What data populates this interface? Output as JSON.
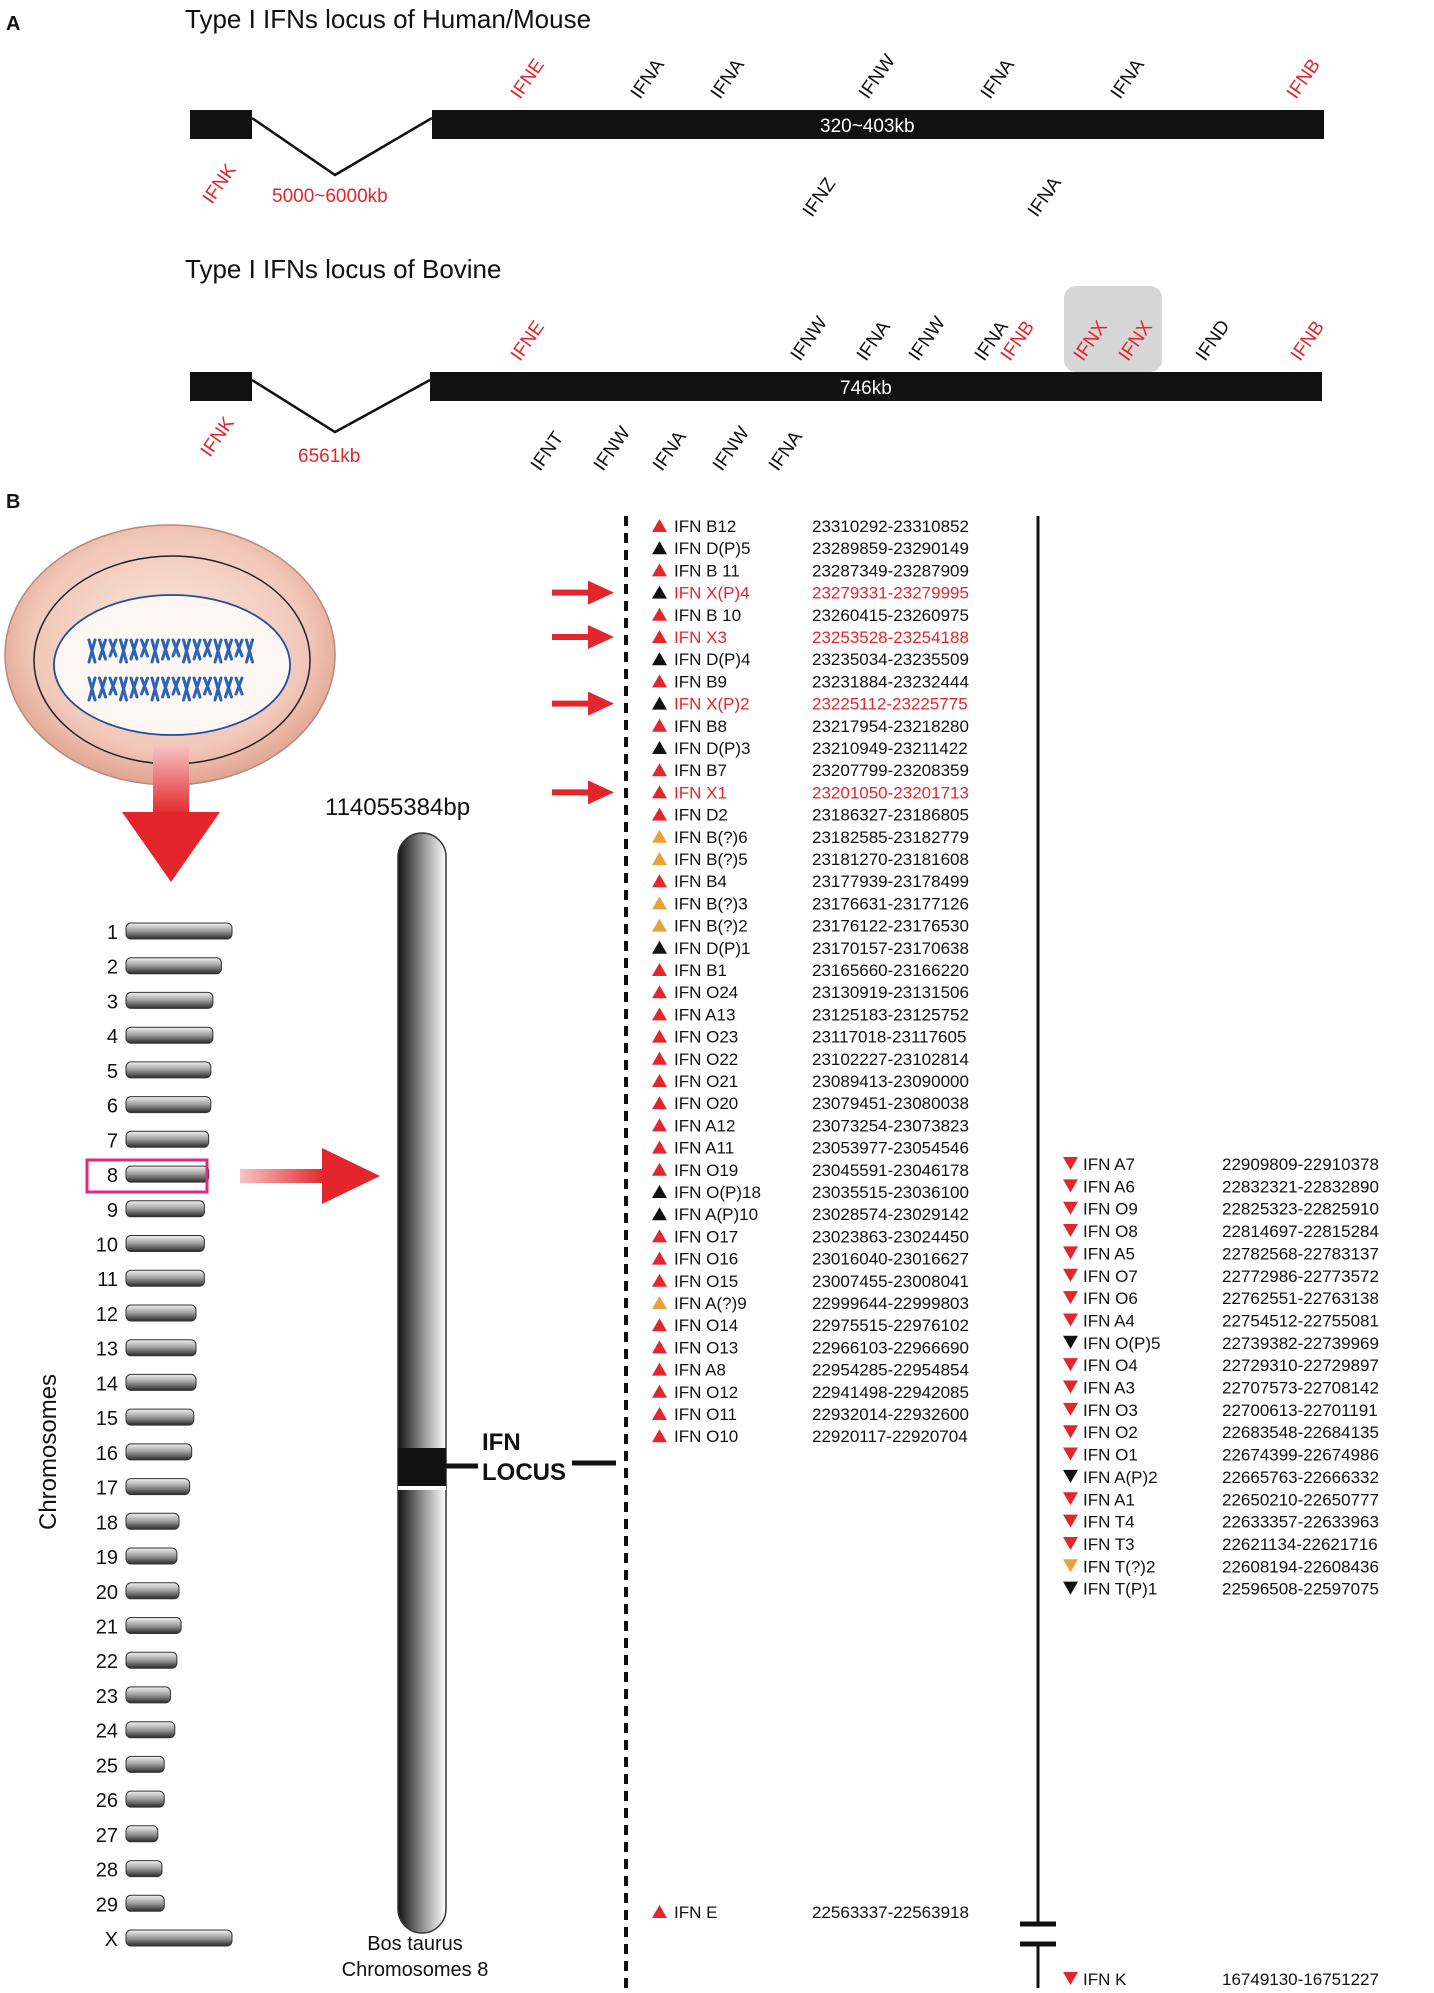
{
  "colors": {
    "red": "#e3262b",
    "black": "#111111",
    "orange": "#e8a23a",
    "magenta": "#e0297a",
    "highlight": "#d6d6d6"
  },
  "panelA": {
    "label": "A",
    "human": {
      "title": "Type I IFNs locus of Human/Mouse",
      "distance": "5000~6000kb",
      "bar_label": "320~403kb",
      "left_gene": "IFNK",
      "above": [
        {
          "label": "IFNE",
          "color": "red"
        },
        {
          "label": "IFNA",
          "color": "black"
        },
        {
          "label": "IFNA",
          "color": "black"
        },
        {
          "label": "IFNW",
          "color": "black"
        },
        {
          "label": "IFNA",
          "color": "black"
        },
        {
          "label": "IFNA",
          "color": "black"
        },
        {
          "label": "IFNB",
          "color": "red"
        }
      ],
      "below": [
        {
          "label": "IFNZ",
          "color": "black"
        },
        {
          "label": "IFNA",
          "color": "black"
        }
      ]
    },
    "bovine": {
      "title": "Type I IFNs locus of Bovine",
      "distance": "6561kb",
      "bar_label": "746kb",
      "left_gene": "IFNK",
      "above": [
        {
          "label": "IFNE",
          "color": "red"
        },
        {
          "label": "IFNW",
          "color": "black"
        },
        {
          "label": "IFNA",
          "color": "black"
        },
        {
          "label": "IFNW",
          "color": "black"
        },
        {
          "label": "IFNA",
          "color": "black"
        },
        {
          "label": "IFNB",
          "color": "red"
        },
        {
          "label": "IFNX",
          "color": "red"
        },
        {
          "label": "IFNX",
          "color": "red"
        },
        {
          "label": "IFND",
          "color": "black"
        },
        {
          "label": "IFNB",
          "color": "red"
        }
      ],
      "below": [
        {
          "label": "IFNT",
          "color": "black"
        },
        {
          "label": "IFNW",
          "color": "black"
        },
        {
          "label": "IFNA",
          "color": "black"
        },
        {
          "label": "IFNW",
          "color": "black"
        },
        {
          "label": "IFNA",
          "color": "black"
        }
      ]
    }
  },
  "panelB": {
    "label": "B",
    "chromosome_axis_label": "Chromosomes",
    "chromosomes": [
      {
        "label": "1",
        "rel_length": 1.0
      },
      {
        "label": "2",
        "rel_length": 0.9
      },
      {
        "label": "3",
        "rel_length": 0.82
      },
      {
        "label": "4",
        "rel_length": 0.82
      },
      {
        "label": "5",
        "rel_length": 0.8
      },
      {
        "label": "6",
        "rel_length": 0.8
      },
      {
        "label": "7",
        "rel_length": 0.78
      },
      {
        "label": "8",
        "rel_length": 0.78
      },
      {
        "label": "9",
        "rel_length": 0.74
      },
      {
        "label": "10",
        "rel_length": 0.74
      },
      {
        "label": "11",
        "rel_length": 0.74
      },
      {
        "label": "12",
        "rel_length": 0.66
      },
      {
        "label": "13",
        "rel_length": 0.66
      },
      {
        "label": "14",
        "rel_length": 0.66
      },
      {
        "label": "15",
        "rel_length": 0.64
      },
      {
        "label": "16",
        "rel_length": 0.62
      },
      {
        "label": "17",
        "rel_length": 0.6
      },
      {
        "label": "18",
        "rel_length": 0.5
      },
      {
        "label": "19",
        "rel_length": 0.48
      },
      {
        "label": "20",
        "rel_length": 0.5
      },
      {
        "label": "21",
        "rel_length": 0.52
      },
      {
        "label": "22",
        "rel_length": 0.48
      },
      {
        "label": "23",
        "rel_length": 0.42
      },
      {
        "label": "24",
        "rel_length": 0.46
      },
      {
        "label": "25",
        "rel_length": 0.36
      },
      {
        "label": "26",
        "rel_length": 0.36
      },
      {
        "label": "27",
        "rel_length": 0.3
      },
      {
        "label": "28",
        "rel_length": 0.34
      },
      {
        "label": "29",
        "rel_length": 0.36
      },
      {
        "label": "X",
        "rel_length": 1.0
      }
    ],
    "highlighted_chromosome": "8",
    "chr8_length": "114055384bp",
    "chr8_caption_line1": "Bos taurus",
    "chr8_caption_line2": "Chromosomes 8",
    "locus_line1": "IFN",
    "locus_line2": "LOCUS",
    "forward_genes": [
      {
        "name": "IFN B12",
        "range": "23310292-23310852",
        "tri": "red",
        "highlight": false
      },
      {
        "name": "IFN D(P)5",
        "range": "23289859-23290149",
        "tri": "black",
        "highlight": false
      },
      {
        "name": "IFN B 11",
        "range": "23287349-23287909",
        "tri": "red",
        "highlight": false
      },
      {
        "name": "IFN X(P)4",
        "range": "23279331-23279995",
        "tri": "black",
        "highlight": true
      },
      {
        "name": "IFN B 10",
        "range": "23260415-23260975",
        "tri": "red",
        "highlight": false
      },
      {
        "name": "IFN X3",
        "range": "23253528-23254188",
        "tri": "red",
        "highlight": true
      },
      {
        "name": "IFN D(P)4",
        "range": "23235034-23235509",
        "tri": "black",
        "highlight": false
      },
      {
        "name": "IFN B9",
        "range": "23231884-23232444",
        "tri": "red",
        "highlight": false
      },
      {
        "name": "IFN X(P)2",
        "range": "23225112-23225775",
        "tri": "black",
        "highlight": true
      },
      {
        "name": "IFN B8",
        "range": "23217954-23218280",
        "tri": "red",
        "highlight": false
      },
      {
        "name": "IFN D(P)3",
        "range": "23210949-23211422",
        "tri": "black",
        "highlight": false
      },
      {
        "name": "IFN B7",
        "range": "23207799-23208359",
        "tri": "red",
        "highlight": false
      },
      {
        "name": "IFN X1",
        "range": "23201050-23201713",
        "tri": "red",
        "highlight": true
      },
      {
        "name": "IFN D2",
        "range": "23186327-23186805",
        "tri": "red",
        "highlight": false
      },
      {
        "name": "IFN B(?)6",
        "range": "23182585-23182779",
        "tri": "orange",
        "highlight": false
      },
      {
        "name": "IFN B(?)5",
        "range": "23181270-23181608",
        "tri": "orange",
        "highlight": false
      },
      {
        "name": "IFN B4",
        "range": "23177939-23178499",
        "tri": "red",
        "highlight": false
      },
      {
        "name": "IFN B(?)3",
        "range": "23176631-23177126",
        "tri": "orange",
        "highlight": false
      },
      {
        "name": "IFN B(?)2",
        "range": "23176122-23176530",
        "tri": "orange",
        "highlight": false
      },
      {
        "name": "IFN D(P)1",
        "range": "23170157-23170638",
        "tri": "black",
        "highlight": false
      },
      {
        "name": "IFN B1",
        "range": "23165660-23166220",
        "tri": "red",
        "highlight": false
      },
      {
        "name": "IFN O24",
        "range": "23130919-23131506",
        "tri": "red",
        "highlight": false
      },
      {
        "name": "IFN A13",
        "range": "23125183-23125752",
        "tri": "red",
        "highlight": false
      },
      {
        "name": "IFN O23",
        "range": "23117018-23117605",
        "tri": "red",
        "highlight": false
      },
      {
        "name": "IFN O22",
        "range": "23102227-23102814",
        "tri": "red",
        "highlight": false
      },
      {
        "name": "IFN O21",
        "range": "23089413-23090000",
        "tri": "red",
        "highlight": false
      },
      {
        "name": "IFN O20",
        "range": "23079451-23080038",
        "tri": "red",
        "highlight": false
      },
      {
        "name": "IFN A12",
        "range": "23073254-23073823",
        "tri": "red",
        "highlight": false
      },
      {
        "name": "IFN A11",
        "range": "23053977-23054546",
        "tri": "red",
        "highlight": false
      },
      {
        "name": "IFN O19",
        "range": "23045591-23046178",
        "tri": "red",
        "highlight": false
      },
      {
        "name": "IFN O(P)18",
        "range": "23035515-23036100",
        "tri": "black",
        "highlight": false
      },
      {
        "name": "IFN A(P)10",
        "range": "23028574-23029142",
        "tri": "black",
        "highlight": false
      },
      {
        "name": "IFN O17",
        "range": "23023863-23024450",
        "tri": "red",
        "highlight": false
      },
      {
        "name": "IFN O16",
        "range": "23016040-23016627",
        "tri": "red",
        "highlight": false
      },
      {
        "name": "IFN O15",
        "range": "23007455-23008041",
        "tri": "red",
        "highlight": false
      },
      {
        "name": "IFN A(?)9",
        "range": "22999644-22999803",
        "tri": "orange",
        "highlight": false
      },
      {
        "name": "IFN O14",
        "range": "22975515-22976102",
        "tri": "red",
        "highlight": false
      },
      {
        "name": "IFN O13",
        "range": "22966103-22966690",
        "tri": "red",
        "highlight": false
      },
      {
        "name": "IFN A8",
        "range": "22954285-22954854",
        "tri": "red",
        "highlight": false
      },
      {
        "name": "IFN O12",
        "range": "22941498-22942085",
        "tri": "red",
        "highlight": false
      },
      {
        "name": "IFN O11",
        "range": "22932014-22932600",
        "tri": "red",
        "highlight": false
      },
      {
        "name": "IFN O10",
        "range": "22920117-22920704",
        "tri": "red",
        "highlight": false
      }
    ],
    "reverse_genes": [
      {
        "name": "IFN A7",
        "range": "22909809-22910378",
        "tri": "red"
      },
      {
        "name": "IFN A6",
        "range": "22832321-22832890",
        "tri": "red"
      },
      {
        "name": "IFN O9",
        "range": "22825323-22825910",
        "tri": "red"
      },
      {
        "name": "IFN O8",
        "range": "22814697-22815284",
        "tri": "red"
      },
      {
        "name": "IFN A5",
        "range": "22782568-22783137",
        "tri": "red"
      },
      {
        "name": "IFN O7",
        "range": "22772986-22773572",
        "tri": "red"
      },
      {
        "name": "IFN O6",
        "range": "22762551-22763138",
        "tri": "red"
      },
      {
        "name": "IFN A4",
        "range": "22754512-22755081",
        "tri": "red"
      },
      {
        "name": "IFN O(P)5",
        "range": "22739382-22739969",
        "tri": "black"
      },
      {
        "name": "IFN O4",
        "range": "22729310-22729897",
        "tri": "red"
      },
      {
        "name": "IFN A3",
        "range": "22707573-22708142",
        "tri": "red"
      },
      {
        "name": "IFN O3",
        "range": "22700613-22701191",
        "tri": "red"
      },
      {
        "name": "IFN O2",
        "range": "22683548-22684135",
        "tri": "red"
      },
      {
        "name": "IFN O1",
        "range": "22674399-22674986",
        "tri": "red"
      },
      {
        "name": "IFN A(P)2",
        "range": "22665763-22666332",
        "tri": "black"
      },
      {
        "name": "IFN A1",
        "range": "22650210-22650777",
        "tri": "red"
      },
      {
        "name": "IFN T4",
        "range": "22633357-22633963",
        "tri": "red"
      },
      {
        "name": "IFN T3",
        "range": "22621134-22621716",
        "tri": "red"
      },
      {
        "name": "IFN T(?)2",
        "range": "22608194-22608436",
        "tri": "orange"
      },
      {
        "name": "IFN T(P)1",
        "range": "22596508-22597075",
        "tri": "black"
      }
    ],
    "ifn_e": {
      "name": "IFN E",
      "range": "22563337-22563918",
      "tri": "red"
    },
    "ifn_k": {
      "name": "IFN K",
      "range": "16749130-16751227",
      "tri": "red"
    }
  }
}
